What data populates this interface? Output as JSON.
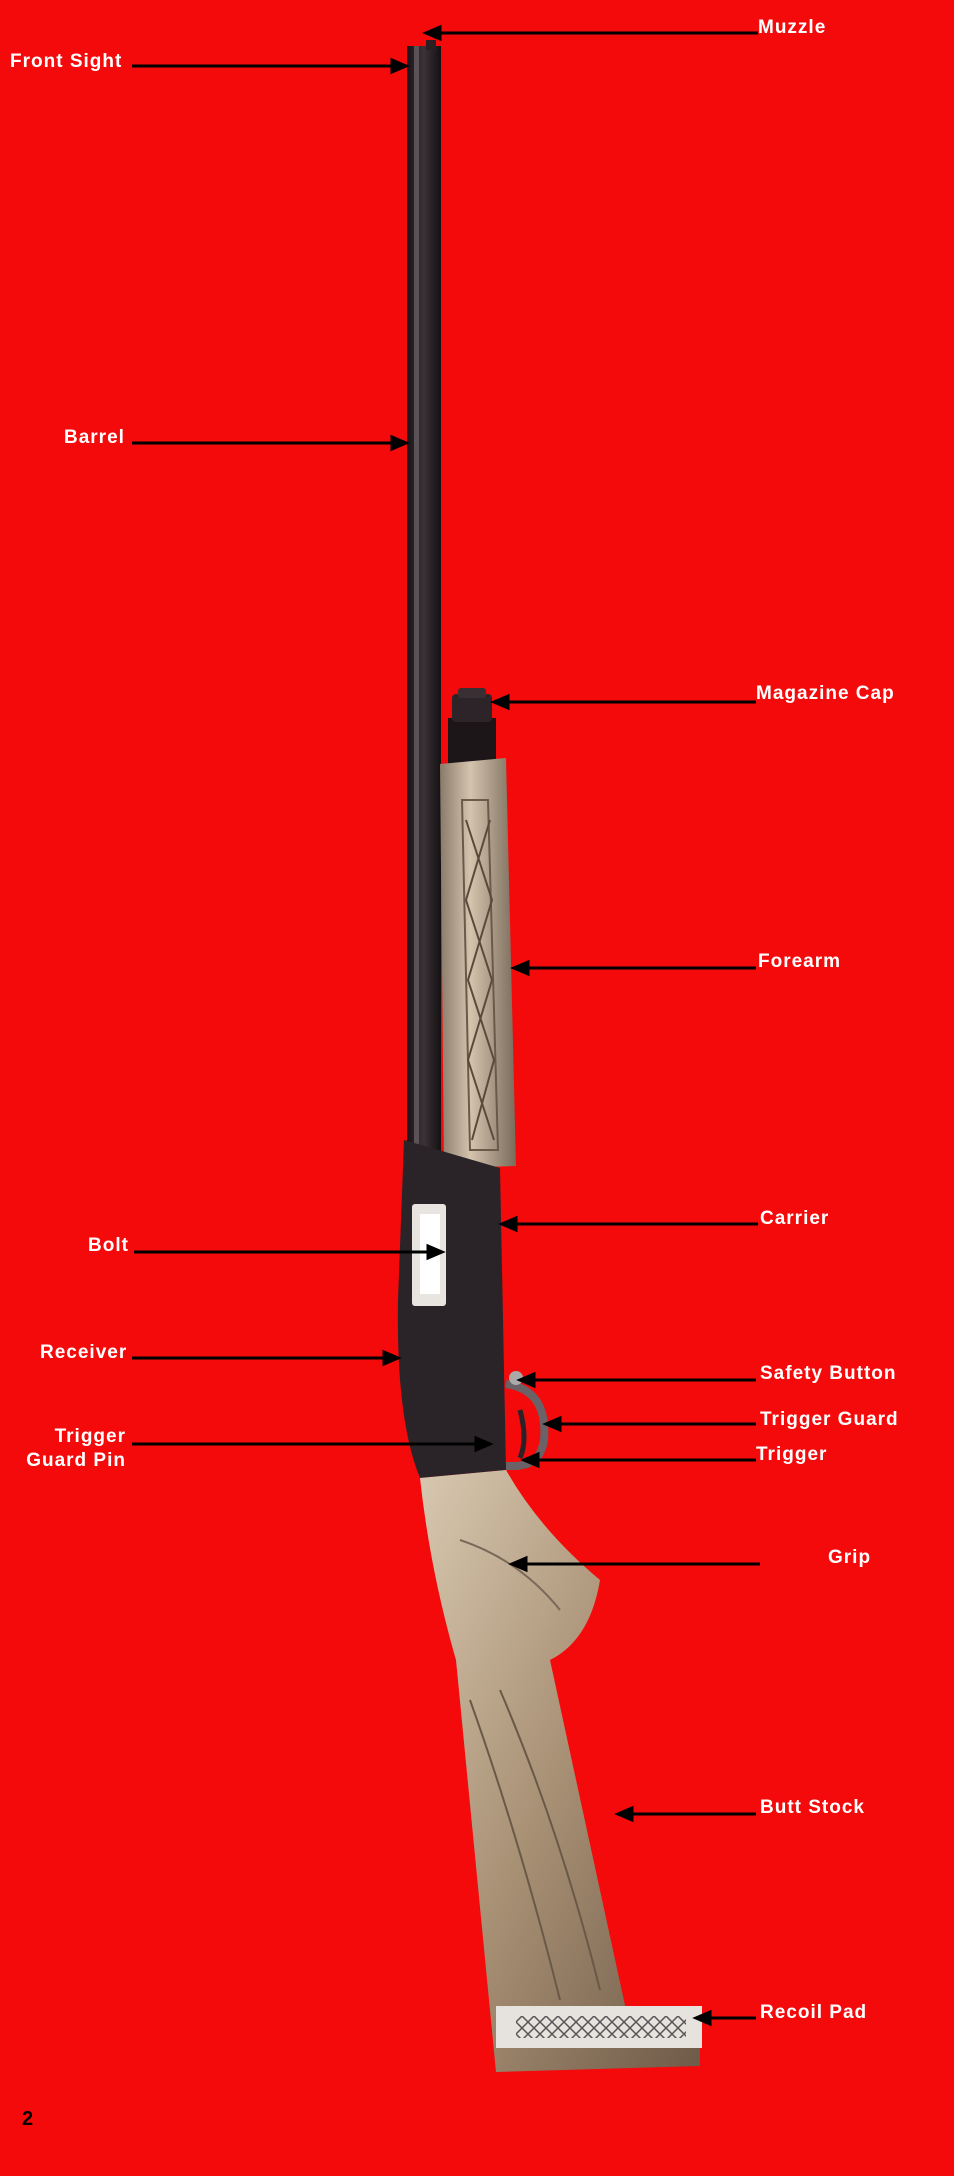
{
  "page_number": "2",
  "labels": {
    "muzzle": "Muzzle",
    "front_sight": "Front Sight",
    "barrel": "Barrel",
    "magazine_cap": "Magazine Cap",
    "forearm": "Forearm",
    "carrier": "Carrier",
    "bolt": "Bolt",
    "receiver": "Receiver",
    "safety_button": "Safety Button",
    "trigger_guard": "Trigger Guard",
    "trigger_guard_pin_1": "Trigger",
    "trigger_guard_pin_2": "Guard Pin",
    "trigger": "Trigger",
    "grip": "Grip",
    "butt_stock": "Butt Stock",
    "recoil_pad": "Recoil Pad"
  },
  "colors": {
    "background": "#f40a0a",
    "label_text": "#ffffff",
    "leader_line": "#000000"
  }
}
